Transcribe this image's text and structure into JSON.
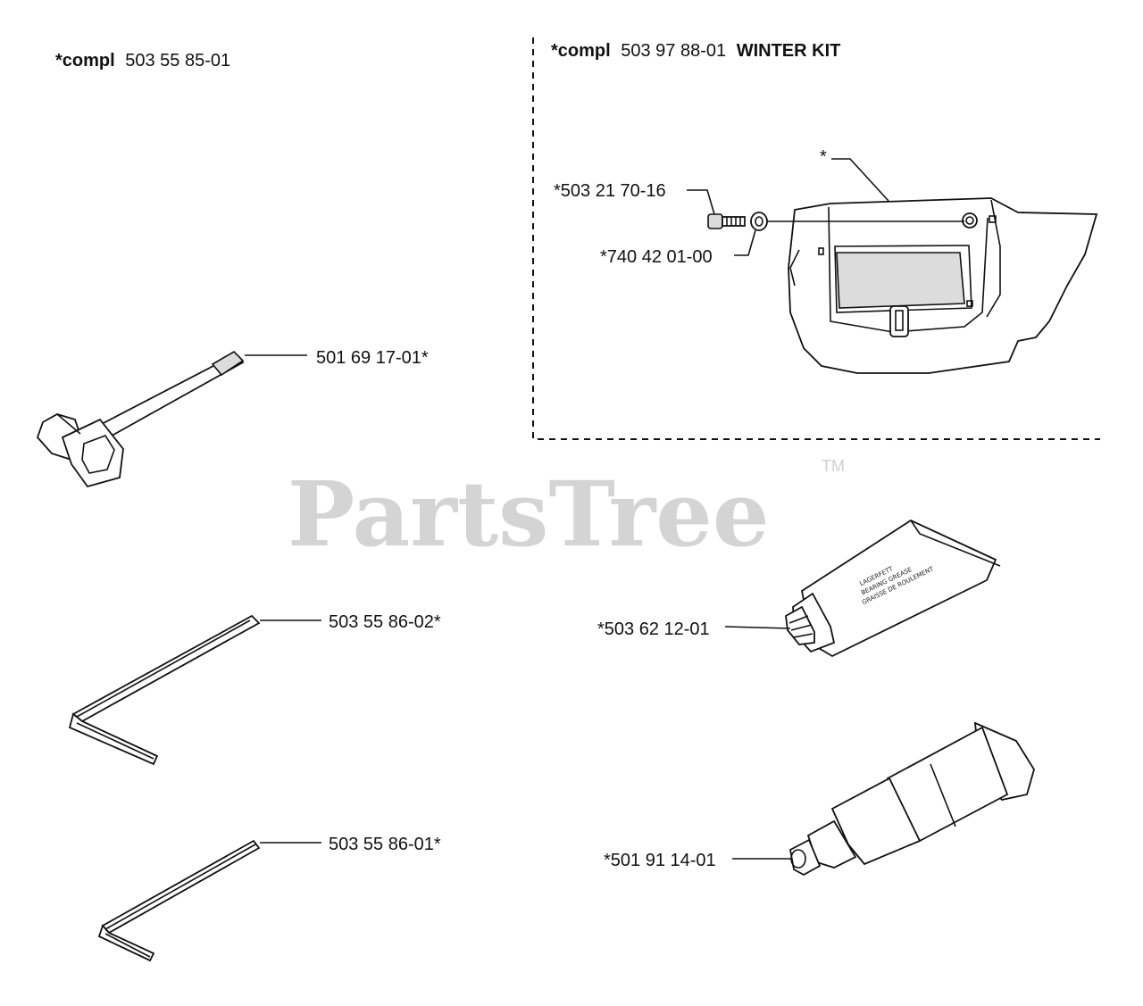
{
  "headers": {
    "left_prefix": "*compl",
    "left_number": "503 55 85-01",
    "kit_prefix": "*compl",
    "kit_number": "503 97 88-01",
    "kit_name": "WINTER KIT"
  },
  "watermark": {
    "text": "PartsTree",
    "tm": "TM"
  },
  "callouts": {
    "cover_star": "*",
    "screw": "*503 21 70-16",
    "washer": "*740 42 01-00",
    "wrench": "501 69 17-01*",
    "hex_key_large": "503 55 86-02*",
    "hex_key_small": "503 55 86-01*",
    "grease_tube": "*503 62 12-01",
    "tool": "*501 91 14-01"
  },
  "tube_print": [
    "LAGERFETT",
    "BEARING GREASE",
    "GRAISSE DE ROULEMENT"
  ]
}
